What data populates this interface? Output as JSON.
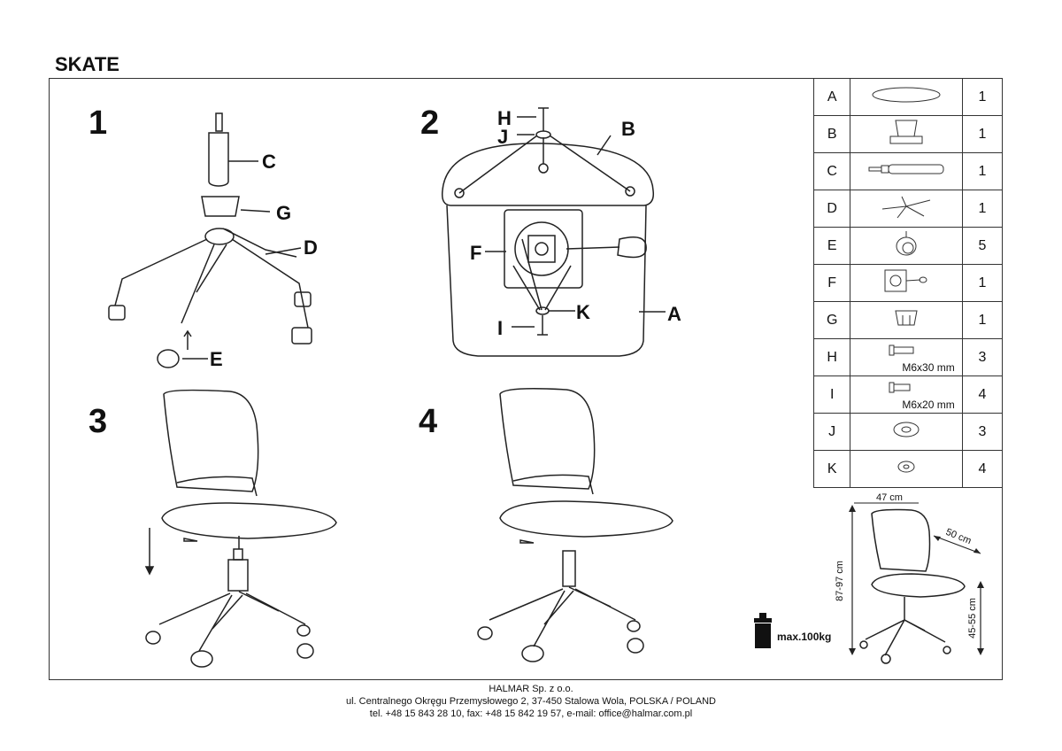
{
  "title": "SKATE",
  "steps": [
    "1",
    "2",
    "3",
    "4"
  ],
  "labels": {
    "A": "A",
    "B": "B",
    "C": "C",
    "D": "D",
    "E": "E",
    "F": "F",
    "G": "G",
    "H": "H",
    "I": "I",
    "J": "J",
    "K": "K"
  },
  "parts": [
    {
      "letter": "A",
      "qty": "1",
      "icon": "seat-pad-icon",
      "dim": ""
    },
    {
      "letter": "B",
      "qty": "1",
      "icon": "backrest-icon",
      "dim": ""
    },
    {
      "letter": "C",
      "qty": "1",
      "icon": "gas-lift-icon",
      "dim": ""
    },
    {
      "letter": "D",
      "qty": "1",
      "icon": "star-base-icon",
      "dim": ""
    },
    {
      "letter": "E",
      "qty": "5",
      "icon": "caster-wheel-icon",
      "dim": ""
    },
    {
      "letter": "F",
      "qty": "1",
      "icon": "mechanism-plate-icon",
      "dim": ""
    },
    {
      "letter": "G",
      "qty": "1",
      "icon": "gas-cover-icon",
      "dim": ""
    },
    {
      "letter": "H",
      "qty": "3",
      "icon": "bolt-icon",
      "dim": "M6x30 mm"
    },
    {
      "letter": "I",
      "qty": "4",
      "icon": "bolt-icon",
      "dim": "M6x20 mm"
    },
    {
      "letter": "J",
      "qty": "3",
      "icon": "large-washer-icon",
      "dim": ""
    },
    {
      "letter": "K",
      "qty": "4",
      "icon": "small-washer-icon",
      "dim": ""
    }
  ],
  "dimensions": {
    "width": "47 cm",
    "depth": "50 cm",
    "height": "87-97 cm",
    "seat_height": "45-55 cm"
  },
  "max_load": "max.100kg",
  "footer": {
    "company": "HALMAR Sp. z o.o.",
    "address": "ul. Centralnego Okręgu Przemysłowego 2, 37-450 Stalowa Wola, POLSKA / POLAND",
    "contact": "tel. +48 15 843 28 10, fax: +48 15 842 19 57, e-mail: office@halmar.com.pl"
  }
}
